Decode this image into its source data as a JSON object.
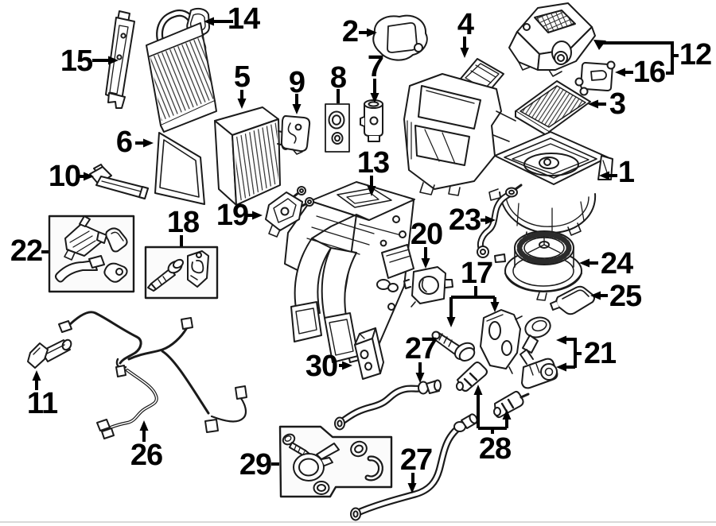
{
  "diagram": {
    "type": "exploded-parts-diagram",
    "subject": "HVAC heater and evaporator unit parts diagram",
    "background_color": "#ffffff",
    "line_color": "#1a1a1a",
    "leader_color": "#000000",
    "box_fill_color": "#fbfbfb",
    "divider_color": "#cccccc",
    "callout_count": 31
  },
  "callouts": {
    "c1": {
      "number": "1"
    },
    "c2": {
      "number": "2"
    },
    "c3": {
      "number": "3"
    },
    "c4": {
      "number": "4"
    },
    "c5": {
      "number": "5"
    },
    "c6": {
      "number": "6"
    },
    "c7": {
      "number": "7"
    },
    "c8": {
      "number": "8"
    },
    "c9": {
      "number": "9"
    },
    "c10": {
      "number": "10"
    },
    "c11": {
      "number": "11"
    },
    "c12": {
      "number": "12"
    },
    "c13": {
      "number": "13"
    },
    "c14": {
      "number": "14"
    },
    "c15": {
      "number": "15"
    },
    "c16": {
      "number": "16"
    },
    "c17": {
      "number": "17"
    },
    "c18": {
      "number": "18"
    },
    "c19": {
      "number": "19"
    },
    "c20": {
      "number": "20"
    },
    "c21": {
      "number": "21"
    },
    "c22": {
      "number": "22"
    },
    "c23": {
      "number": "23"
    },
    "c24": {
      "number": "24"
    },
    "c25": {
      "number": "25"
    },
    "c26": {
      "number": "26"
    },
    "c27a": {
      "number": "27"
    },
    "c27b": {
      "number": "27"
    },
    "c28": {
      "number": "28"
    },
    "c29": {
      "number": "29"
    },
    "c30": {
      "number": "30"
    }
  }
}
